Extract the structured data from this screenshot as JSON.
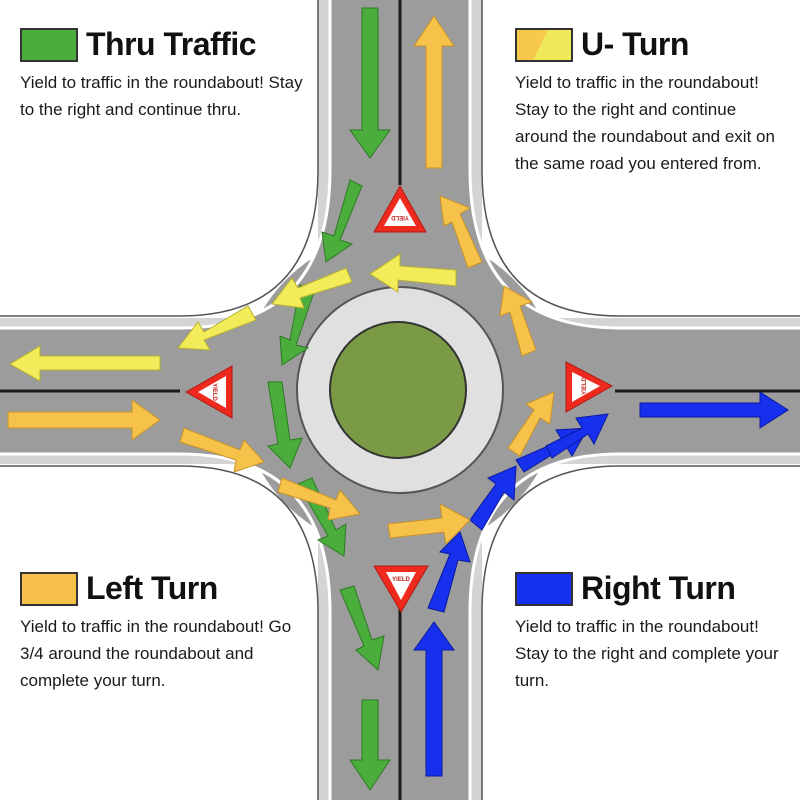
{
  "colors": {
    "thru": "#4aad3c",
    "uturn": "#f6c94d",
    "uturn_accent": "#f0ea5a",
    "left": "#f6c04a",
    "right": "#1530f0",
    "road": "#9a9a9a",
    "curb": "#cfcfcf",
    "island": "#7a9a44",
    "sign_red": "#ee2a1e"
  },
  "legend": {
    "thru": {
      "title": "Thru Traffic",
      "desc": "Yield to traffic in the roundabout!  Stay to the right and continue thru."
    },
    "uturn": {
      "title": "U- Turn",
      "desc": "Yield to traffic in the roundabout!  Stay to the right and continue around the roundabout and exit on the same road you entered from."
    },
    "left": {
      "title": "Left Turn",
      "desc": "Yield to traffic in the roundabout!  Go 3/4 around the roundabout and complete your turn."
    },
    "right": {
      "title": "Right Turn",
      "desc": "Yield to traffic in the roundabout!  Stay to the right and complete your turn."
    }
  },
  "yield_sign": {
    "text": "YIELD"
  }
}
